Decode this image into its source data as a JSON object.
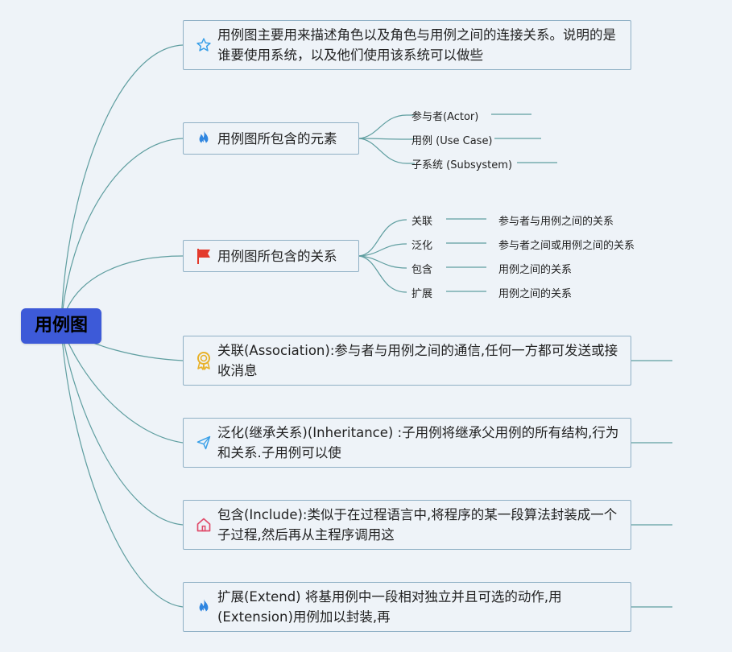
{
  "root": {
    "label": "用例图"
  },
  "topics": [
    {
      "text": "用例图主要用来描述角色以及角色与用例之间的连接关系。说明的是谁要使用系统，以及他们使用该系统可以做些",
      "icon": "star-icon"
    },
    {
      "text": "用例图所包含的元素",
      "icon": "flame-icon",
      "children": [
        "参与者(Actor)",
        "用例 (Use  Case)",
        "子系统 (Subsystem)"
      ]
    },
    {
      "text": "用例图所包含的关系",
      "icon": "flag-icon",
      "children": [
        {
          "label": "关联",
          "desc": "参与者与用例之间的关系"
        },
        {
          "label": "泛化",
          "desc": "参与者之间或用例之间的关系"
        },
        {
          "label": "包含",
          "desc": "用例之间的关系"
        },
        {
          "label": "扩展",
          "desc": "用例之间的关系"
        }
      ]
    },
    {
      "text": "关联(Association):参与者与用例之间的通信,任何一方都可发送或接收消息",
      "icon": "award-icon"
    },
    {
      "text": "泛化(继承关系)(Inheritance) :子用例将继承父用例的所有结构,行为和关系.子用例可以使",
      "icon": "paper-plane-icon"
    },
    {
      "text": "包含(Include):类似于在过程语言中,将程序的某一段算法封装成一个子过程,然后再从主程序调用这",
      "icon": "home-icon"
    },
    {
      "text": "扩展(Extend) 将基用例中一段相对独立并且可选的动作,用(Extension)用例加以封装,再",
      "icon": "flame-icon"
    }
  ],
  "colors": {
    "root": "#3d5ad8",
    "border": "#8fb0c5",
    "line": "#5f9ea0",
    "star": "#3aa0e8",
    "flame": "#2f86e0",
    "flag": "#e33a2c",
    "award": "#e8b22b",
    "plane": "#3aa0e8",
    "home": "#e04b6a"
  }
}
